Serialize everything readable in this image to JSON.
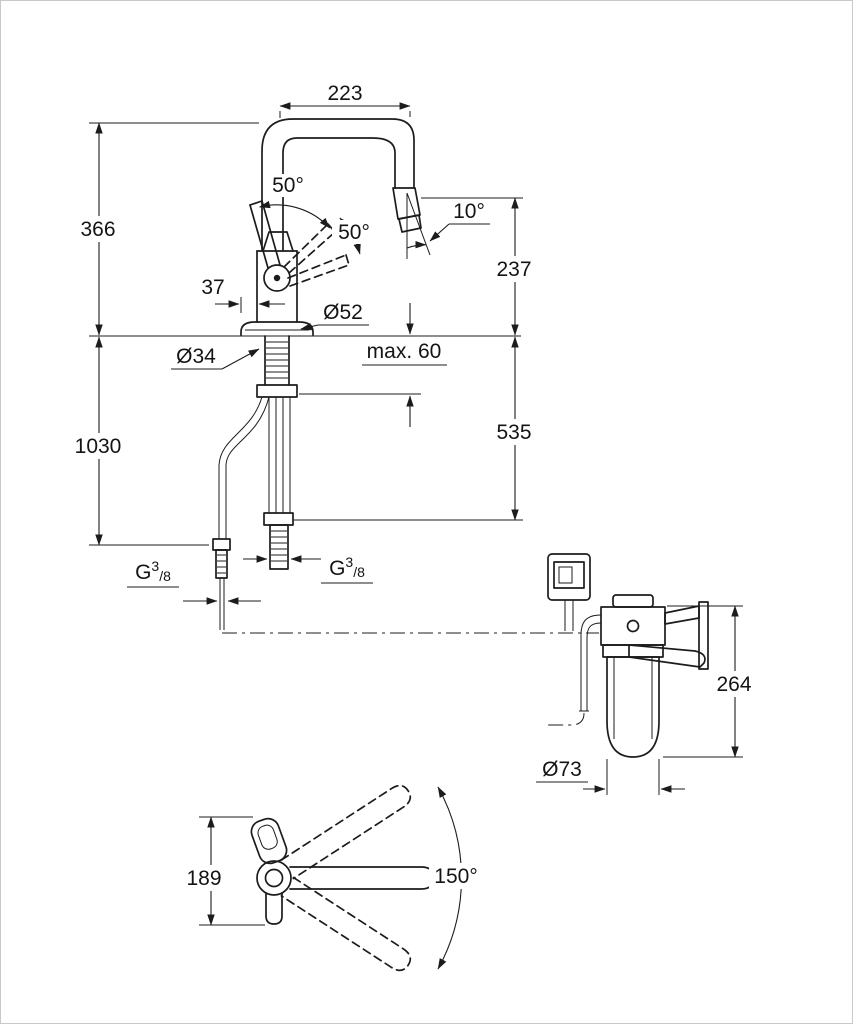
{
  "front_view": {
    "dim_spout_reach": "223",
    "dim_height_above_deck": "366",
    "dim_total_height": "1030",
    "dim_outlet_height": "237",
    "dim_below_deck_hose": "535",
    "dim_handle_width": "37",
    "dim_body_diameter": "Ø52",
    "dim_hole_diameter": "Ø34",
    "dim_max_deck_thickness": "max. 60",
    "angle_handle_up": "50°",
    "angle_handle_side": "50°",
    "angle_outlet": "10°",
    "thread_left": {
      "g": "G",
      "sup": "3",
      "sub": "/8"
    },
    "thread_right": {
      "g": "G",
      "sup": "3",
      "sub": "/8"
    }
  },
  "filter_unit": {
    "dim_height": "264",
    "dim_diameter": "Ø73"
  },
  "top_view": {
    "dim_depth": "189",
    "angle_swivel": "150°"
  }
}
